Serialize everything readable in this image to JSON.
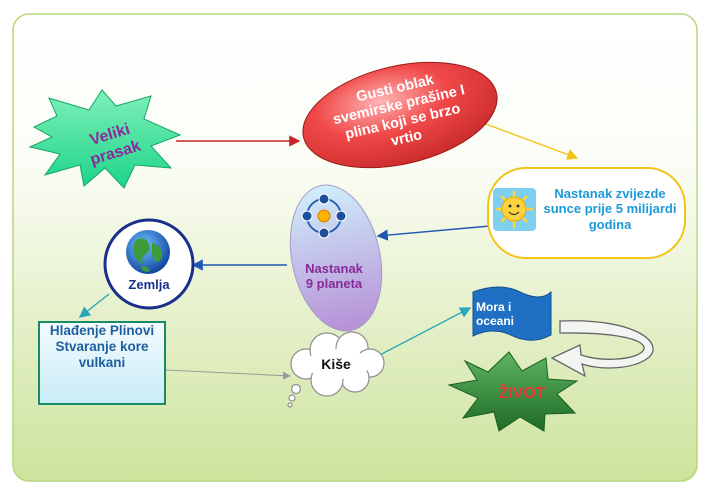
{
  "nodes": {
    "big_bang": "Veliki prasak",
    "dust_cloud": "Gusti oblak svemirske prašine I plina koji se brzo vrtio",
    "sun": "Nastanak zvijezde sunce prije 5 milijardi godina",
    "planets": "Nastanak 9 planeta",
    "earth": "Zemlja",
    "cooling": "Hlađenje Plinovi Stvaranje kore vulkani",
    "rains": "Kiše",
    "seas": "Mora i oceani",
    "life": "ŽIVOT"
  },
  "icons": {
    "sun": "smiling-sun-icon",
    "planets": "solar-system-icon",
    "earth": "globe-icon"
  },
  "colors": {
    "big_bang_fill": "#2fe59a",
    "big_bang_text": "#8a2a9a",
    "dust_cloud_fill": "#e83a3a",
    "dust_cloud_text": "#ffffff",
    "sun_border": "#f2c418",
    "sun_text": "#1c9ad6",
    "planets_text": "#8a2a9a",
    "earth_text": "#1a2f8c",
    "cooling_border": "#1a8a66",
    "cooling_text": "#1f5fa0",
    "seas_fill": "#1f6fc4",
    "life_fill": "#2e7d32",
    "life_text": "#e53935",
    "arrow_red": "#c62828",
    "arrow_yellow": "#f2c418",
    "arrow_blue": "#1f56b3",
    "arrow_teal": "#2aa7b8"
  }
}
